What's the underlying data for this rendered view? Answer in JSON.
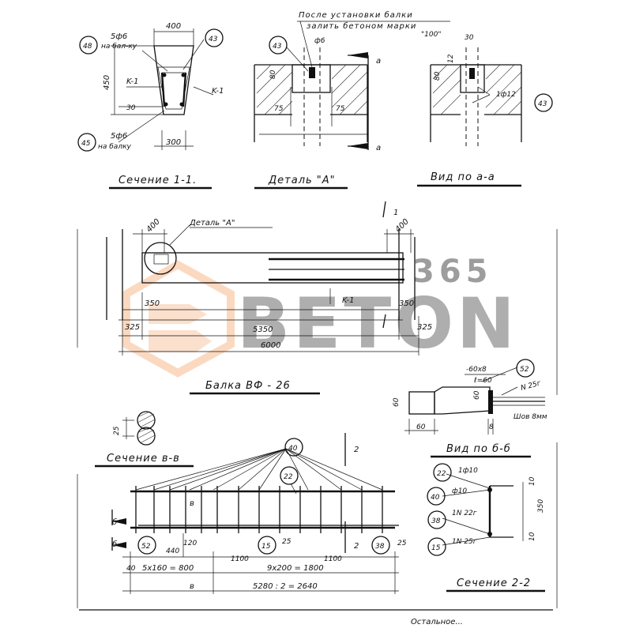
{
  "watermark": {
    "brand": "BETON",
    "brand_small": "365",
    "color_orange": "#f5a46a",
    "color_gray": "#b8b8b8"
  },
  "labels": {
    "note_line1": "После установки балки",
    "note_line2": "залить бетоном марки",
    "note_line3": "\"100\"",
    "arrow_a_top": "а",
    "arrow_a_bottom": "а",
    "k1_left": "K-1",
    "k1_right": "K-1",
    "k1_beam": "K-1",
    "na_balku_top": "на бал-ку",
    "na_balku_bottom": "на балку",
    "detail_a_ref": "Деталь \"A\"",
    "section_1": "1",
    "section_2": "2",
    "section_v": "в",
    "section_b": "б"
  },
  "captions": {
    "section_1_1": "Сечение 1-1.",
    "detail_a": "Деталь \"A\"",
    "view_a_a": "Вид по а-а",
    "beam_title": "Балка ВФ - 26",
    "section_v_v": "Сечение в-в",
    "view_b_b": "Вид по б-б",
    "section_2_2": "Сечение 2-2"
  },
  "marks": {
    "m48": "48",
    "m43a": "43",
    "m45": "45",
    "m43b": "43",
    "m43c": "43",
    "m52a": "52",
    "m40a": "40",
    "m22a": "22",
    "m15a": "15",
    "m38a": "38",
    "m52b": "52",
    "m22b": "22",
    "m40b": "40",
    "m38b": "38",
    "m15b": "15"
  },
  "specs": {
    "s5f6_top": "5ф6",
    "s5f6_bottom": "5ф6",
    "f6": "ф6",
    "f12": "1ф12",
    "plate": "-60х8",
    "plate_len": "ℓ=60",
    "n25_top": "N 25г",
    "weld": "Шов 8мм",
    "f10_1": "1ф10",
    "f10_2": "ф10",
    "n22": "1N 22г",
    "n25": "1N 25г"
  },
  "dims": {
    "d400_sec": "400",
    "d450": "450",
    "d30": "30",
    "d300": "300",
    "d80_det": "80",
    "d75a": "75",
    "d75b": "75",
    "d30_view": "30",
    "d80_view": "80",
    "d12": "12",
    "d400_left": "400",
    "d400_right": "400",
    "d350_left": "350",
    "d350_right": "350",
    "d325_left": "325",
    "d325_right": "325",
    "d5350": "5350",
    "d6000": "6000",
    "d25": "25",
    "d60_left": "60",
    "d60_bottom": "60",
    "d60_right": "60",
    "d8": "8",
    "d440": "440",
    "d120": "120",
    "d1100a": "1100",
    "d1100b": "1100",
    "d25_mid": "25",
    "d25_right": "25",
    "d40": "40",
    "d5x160": "5х160 = 800",
    "d9x200": "9х200 = 1800",
    "d2640": "5280 : 2 = 2640",
    "d10a": "10",
    "d10b": "10",
    "d350_sec": "350"
  },
  "footer": {
    "cut_text": "Остальное..."
  }
}
